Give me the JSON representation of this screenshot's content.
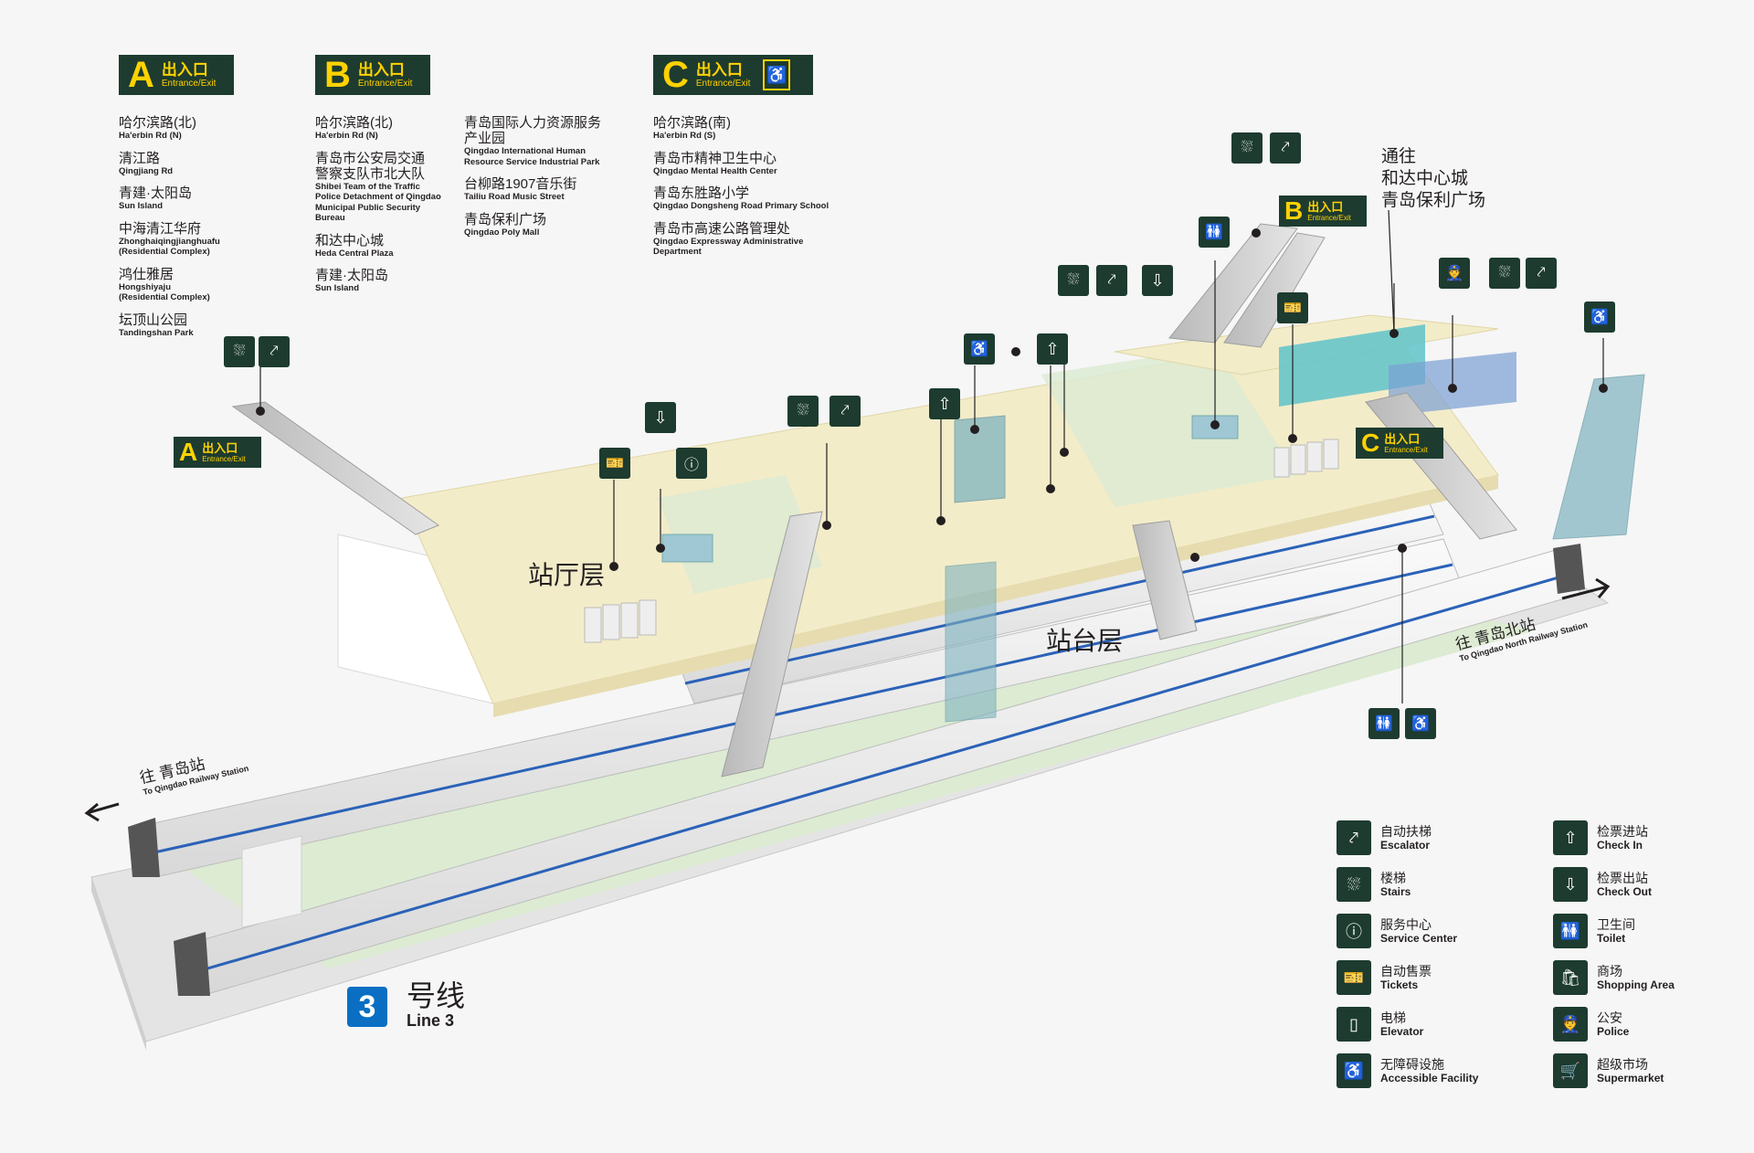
{
  "entrances": {
    "A": {
      "letter": "A",
      "cn": "出入口",
      "en": "Entrance/Exit",
      "destinations": [
        {
          "cn": "哈尔滨路(北)",
          "en": "Ha'erbin Rd (N)"
        },
        {
          "cn": "清江路",
          "en": "Qingjiang Rd"
        },
        {
          "cn": "青建·太阳岛",
          "en": "Sun Island"
        },
        {
          "cn": "中海清江华府",
          "en": "Zhonghaiqingjianghuafu\n(Residential Complex)"
        },
        {
          "cn": "鸿仕雅居",
          "en": "Hongshiyaju\n(Residential Complex)"
        },
        {
          "cn": "坛顶山公园",
          "en": "Tandingshan Park"
        }
      ]
    },
    "B": {
      "letter": "B",
      "cn": "出入口",
      "en": "Entrance/Exit",
      "destinations": [
        {
          "cn": "哈尔滨路(北)",
          "en": "Ha'erbin Rd (N)"
        },
        {
          "cn": "青岛市公安局交通\n警察支队市北大队",
          "en": "Shibei Team of the Traffic\nPolice Detachment of Qingdao\nMunicipal Public Security\nBureau"
        },
        {
          "cn": "和达中心城",
          "en": "Heda Central Plaza"
        },
        {
          "cn": "青建·太阳岛",
          "en": "Sun Island"
        }
      ],
      "destinations_col2": [
        {
          "cn": "青岛国际人力资源服务\n产业园",
          "en": "Qingdao International Human\nResource Service Industrial Park"
        },
        {
          "cn": "台柳路1907音乐街",
          "en": "Tailiu Road Music Street"
        },
        {
          "cn": "青岛保利广场",
          "en": "Qingdao Poly Mall"
        }
      ]
    },
    "C": {
      "letter": "C",
      "cn": "出入口",
      "en": "Entrance/Exit",
      "destinations": [
        {
          "cn": "哈尔滨路(南)",
          "en": "Ha'erbin Rd (S)"
        },
        {
          "cn": "青岛市精神卫生中心",
          "en": "Qingdao Mental Health Center"
        },
        {
          "cn": "青岛东胜路小学",
          "en": "Qingdao Dongsheng Road Primary School"
        },
        {
          "cn": "青岛市高速公路管理处",
          "en": "Qingdao Expressway Administrative\nDepartment"
        }
      ]
    }
  },
  "map": {
    "concourse_label": "站厅层",
    "platform_label": "站台层",
    "via_label": "通往\n和达中心城\n青岛保利广场",
    "entrance_tag_cn": "出入口",
    "entrance_tag_en": "Entrance/Exit",
    "dir_left_cn": "往 青岛站",
    "dir_left_en": "To Qingdao Railway Station",
    "dir_right_cn": "往 青岛北站",
    "dir_right_en": "To Qingdao North Railway Station",
    "line_number": "3",
    "line_cn": "号线",
    "line_en": "Line 3"
  },
  "legend": [
    {
      "icon": "escalator-icon",
      "cn": "自动扶梯",
      "en": "Escalator"
    },
    {
      "icon": "stairs-icon",
      "cn": "楼梯",
      "en": "Stairs"
    },
    {
      "icon": "service-center-icon",
      "cn": "服务中心",
      "en": "Service Center"
    },
    {
      "icon": "tickets-icon",
      "cn": "自动售票",
      "en": "Tickets"
    },
    {
      "icon": "elevator-icon",
      "cn": "电梯",
      "en": "Elevator"
    },
    {
      "icon": "accessible-icon",
      "cn": "无障碍设施",
      "en": "Accessible Facility"
    },
    {
      "icon": "check-in-icon",
      "cn": "检票进站",
      "en": "Check In"
    },
    {
      "icon": "check-out-icon",
      "cn": "检票出站",
      "en": "Check Out"
    },
    {
      "icon": "toilet-icon",
      "cn": "卫生间",
      "en": "Toilet"
    },
    {
      "icon": "shopping-icon",
      "cn": "商场",
      "en": "Shopping Area"
    },
    {
      "icon": "police-icon",
      "cn": "公安",
      "en": "Police"
    },
    {
      "icon": "supermarket-icon",
      "cn": "超级市场",
      "en": "Supermarket"
    }
  ],
  "colors": {
    "sign_bg": "#1d3b2f",
    "sign_text": "#ffd200",
    "concourse": "#f3ecc9",
    "platform": "#dcebd2",
    "glass": "#7fb3bf",
    "line3": "#0a6fc2"
  }
}
